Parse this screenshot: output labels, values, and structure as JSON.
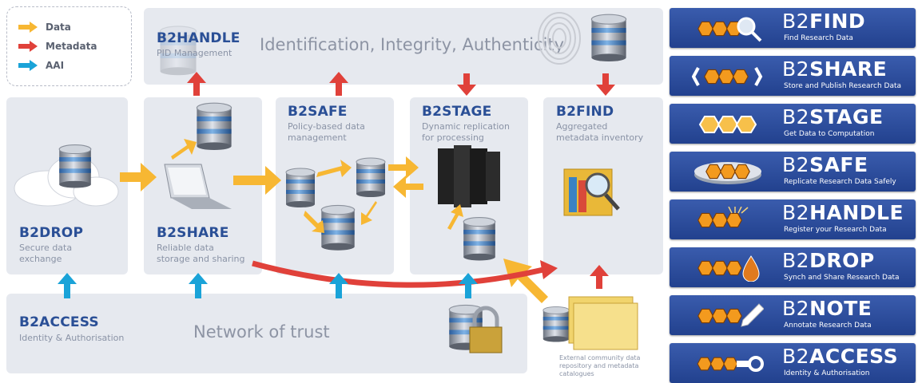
{
  "legend": {
    "items": [
      {
        "label": "Data",
        "color": "#f7b733"
      },
      {
        "label": "Metadata",
        "color": "#e0413a"
      },
      {
        "label": "AAI",
        "color": "#1aa3d8"
      }
    ]
  },
  "header": {
    "service": "B2HANDLE",
    "subtitle": "PID Management",
    "title": "Identification, Integrity, Authenticity"
  },
  "panels": {
    "b2drop": {
      "name": "B2DROP",
      "sub1": "Secure data",
      "sub2": "exchange"
    },
    "b2share": {
      "name": "B2SHARE",
      "sub1": "Reliable data",
      "sub2": "storage and sharing"
    },
    "b2safe": {
      "name": "B2SAFE",
      "sub1": "Policy-based data",
      "sub2": "management"
    },
    "b2stage": {
      "name": "B2STAGE",
      "sub1": "Dynamic replication",
      "sub2": "for processing"
    },
    "b2find": {
      "name": "B2FIND",
      "sub1": "Aggregated",
      "sub2": "metadata inventory"
    }
  },
  "footer": {
    "service": "B2ACCESS",
    "subtitle": "Identity & Authorisation",
    "title": "Network of trust",
    "external1": "External community data",
    "external2": "repository and metadata",
    "external3": "catalogues"
  },
  "cards": [
    {
      "b2": "B2",
      "name": "FIND",
      "tag": "Find Research Data",
      "icon": "magnifier-icon"
    },
    {
      "b2": "B2",
      "name": "SHARE",
      "tag": "Store and Publish Research Data",
      "icon": "share-brackets-icon"
    },
    {
      "b2": "B2",
      "name": "STAGE",
      "tag": "Get Data to Computation",
      "icon": "stage-hexagons-icon"
    },
    {
      "b2": "B2",
      "name": "SAFE",
      "tag": "Replicate Research Data Safely",
      "icon": "safe-disk-icon"
    },
    {
      "b2": "B2",
      "name": "HANDLE",
      "tag": "Register your Research Data",
      "icon": "handle-fibres-icon"
    },
    {
      "b2": "B2",
      "name": "DROP",
      "tag": "Synch and Share Research Data",
      "icon": "drop-icon"
    },
    {
      "b2": "B2",
      "name": "NOTE",
      "tag": "Annotate Research Data",
      "icon": "pencil-icon"
    },
    {
      "b2": "B2",
      "name": "ACCESS",
      "tag": "Identity & Authorisation",
      "icon": "key-icon"
    }
  ]
}
